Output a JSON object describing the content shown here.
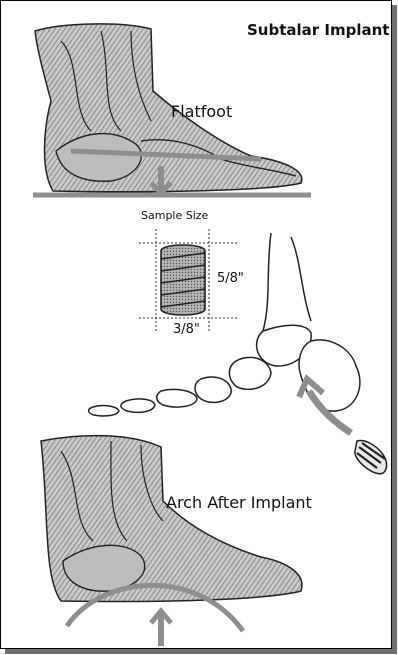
{
  "title": "Subtalar Implant",
  "labels": {
    "flatfoot": "Flatfoot",
    "sample_size": "Sample Size",
    "height": "5/8\"",
    "width": "3/8\"",
    "arch_after": "Arch After Implant"
  },
  "colors": {
    "arrow": "#8e8e8e",
    "bone_shade": "#9a9a9a",
    "line": "#222222"
  }
}
